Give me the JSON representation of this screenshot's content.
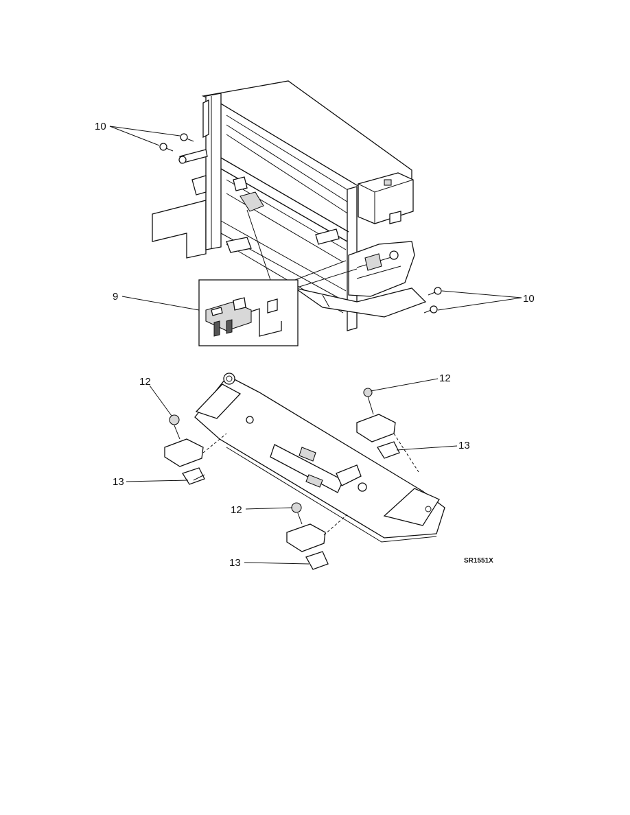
{
  "figure": {
    "id_label": "SR1551X"
  },
  "callouts": {
    "c10_top": "10",
    "c10_right": "10",
    "c9": "9",
    "c12_left": "12",
    "c12_right": "12",
    "c12_bottom": "12",
    "c13_left": "13",
    "c13_right": "13",
    "c13_bottom": "13"
  }
}
